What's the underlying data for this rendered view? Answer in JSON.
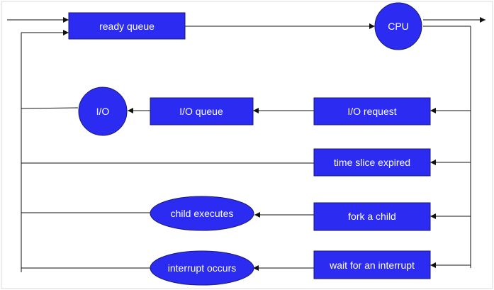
{
  "colors": {
    "node_fill": "#2b2bf2",
    "node_stroke": "#1a1a6e",
    "line": "#111111",
    "frame": "#d9d9d9",
    "text": "#ffffff"
  },
  "nodes": {
    "ready_queue": "ready queue",
    "cpu": "CPU",
    "io_request": "I/O request",
    "io_queue": "I/O queue",
    "io": "I/O",
    "time_slice": "time slice expired",
    "fork_child": "fork a child",
    "child_executes": "child executes",
    "wait_interrupt": "wait for an interrupt",
    "interrupt_occurs": "interrupt occurs"
  }
}
